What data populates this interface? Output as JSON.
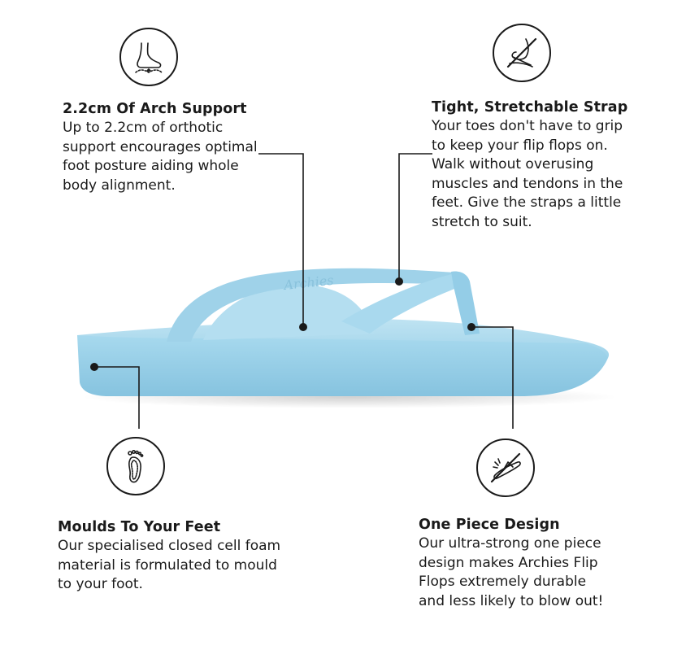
{
  "features": {
    "arch_support": {
      "title": "2.2cm Of Arch Support",
      "body": "Up to 2.2cm of orthotic support encourages optimal foot posture aiding whole body alignment."
    },
    "strap": {
      "title": "Tight, Stretchable Strap",
      "body": "Your toes don't have to grip to keep your flip flops on. Walk without overusing muscles and tendons in the feet. Give the straps a little stretch to suit."
    },
    "moulds": {
      "title": "Moulds To Your Feet",
      "body": "Our specialised closed cell foam material is formulated to mould to your foot."
    },
    "one_piece": {
      "title": "One Piece Design",
      "body": "Our ultra-strong one piece design makes Archies Flip Flops extremely durable and less likely to blow out!"
    }
  },
  "product": {
    "color": "#a8d8ec",
    "strap_logo": "Archies"
  },
  "icons": [
    "foot-arch-icon",
    "no-toe-grip-icon",
    "footprint-icon",
    "no-snapped-sandal-icon"
  ]
}
